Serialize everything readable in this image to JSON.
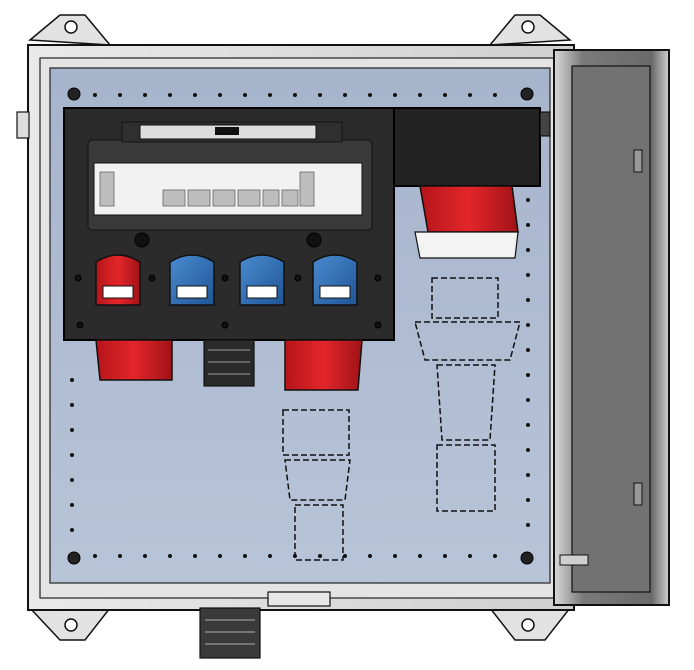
{
  "drawing": {
    "subject": "",
    "colors": {
      "enclosure_frame": "#dcdcdc",
      "backplate": "#aab8cf",
      "panel_body": "#2b2b2b",
      "breaker_strip": "#f2f2f2",
      "socket_red": "#d81d22",
      "socket_blue": "#2d6fb5",
      "door_panel": "#6f6f6f",
      "line": "#111111"
    },
    "sockets": [
      {
        "color": "red"
      },
      {
        "color": "blue"
      },
      {
        "color": "blue"
      },
      {
        "color": "blue"
      }
    ],
    "icons": [
      "mounting-bracket-icon",
      "cable-gland-icon",
      "cee-socket-icon",
      "cee-plug-icon",
      "hinge-icon"
    ]
  }
}
